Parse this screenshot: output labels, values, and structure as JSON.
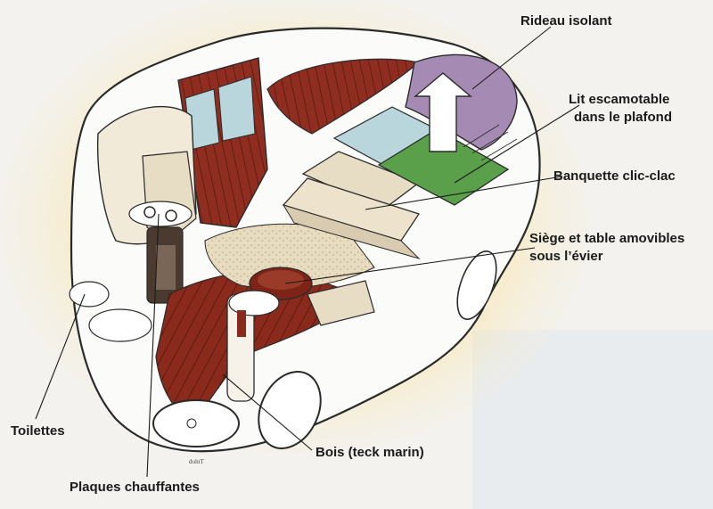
{
  "labels": {
    "rideau": "Rideau isolant",
    "lit_line1": "Lit escamotable",
    "lit_line2": "dans le plafond",
    "banquette": "Banquette clic-clac",
    "siege_line1": "Siège et table amovibles",
    "siege_line2": "sous l’évier",
    "toilettes": "Toilettes",
    "plaques": "Plaques chauffantes",
    "bois": "Bois (teck marin)"
  },
  "colors": {
    "wood": "#8a2a1c",
    "wood_dark": "#5e1a10",
    "cushion": "#e7dcc4",
    "mattress": "#5aa04a",
    "curtain": "#a58ab3",
    "glass": "#b8d6dc",
    "accent_yellow": "#f6df9a",
    "shell": "#fbfbfa"
  },
  "icons": {
    "arrow": "up-arrow-icon"
  }
}
